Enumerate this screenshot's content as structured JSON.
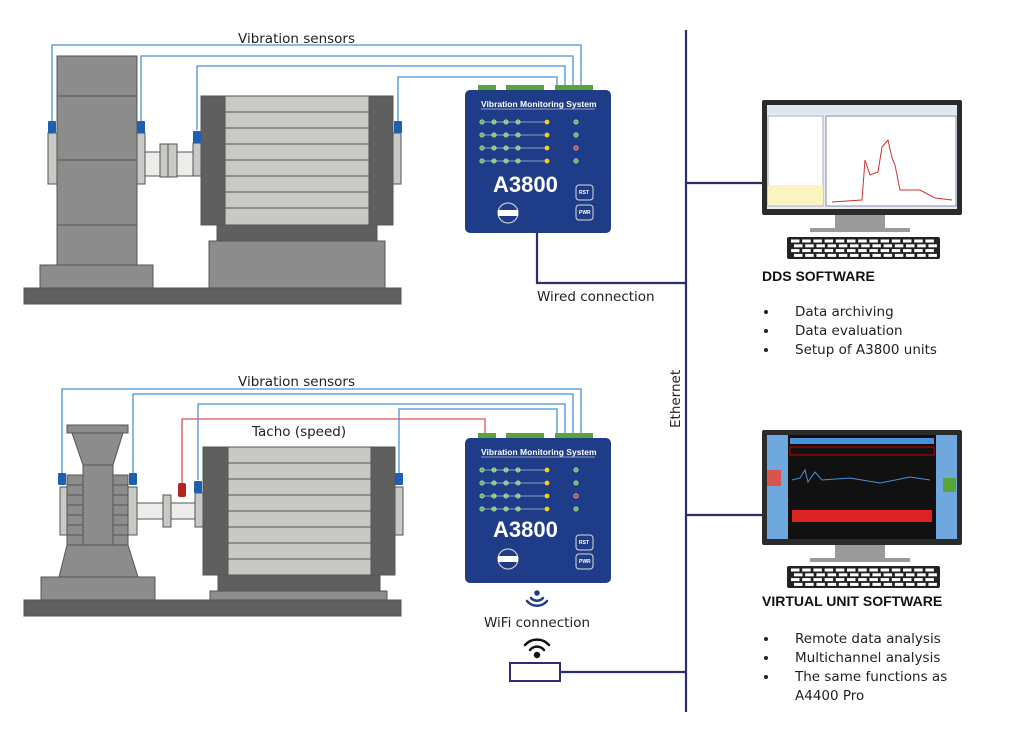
{
  "top_section": {
    "sensors_label": "Vibration sensors",
    "connection_label": "Wired connection",
    "device": {
      "title": "Vibration Monitoring System",
      "model": "A3800",
      "buttons": [
        "RST",
        "PWR"
      ]
    }
  },
  "bottom_section": {
    "sensors_label": "Vibration sensors",
    "tacho_label": "Tacho (speed)",
    "connection_label": "WiFi connection",
    "device": {
      "title": "Vibration Monitoring System",
      "model": "A3800",
      "buttons": [
        "RST",
        "PWR"
      ]
    }
  },
  "network": {
    "label": "Ethernet"
  },
  "software": [
    {
      "title": "DDS SOFTWARE",
      "bullets": [
        "Data archiving",
        "Data evaluation",
        "Setup of A3800 units"
      ]
    },
    {
      "title": "VIRTUAL UNIT SOFTWARE",
      "bullets": [
        "Remote data analysis",
        "Multichannel analysis",
        "The same functions as",
        "A4400 Pro"
      ]
    }
  ],
  "colors": {
    "device_blue": "#1f3c88",
    "sensor_wire": "#4a90d9",
    "tacho_wire": "#d9534f",
    "network_line": "#2b2d6e",
    "connector_green": "#5aa53a",
    "machine_gray": "#8c8c8c"
  }
}
